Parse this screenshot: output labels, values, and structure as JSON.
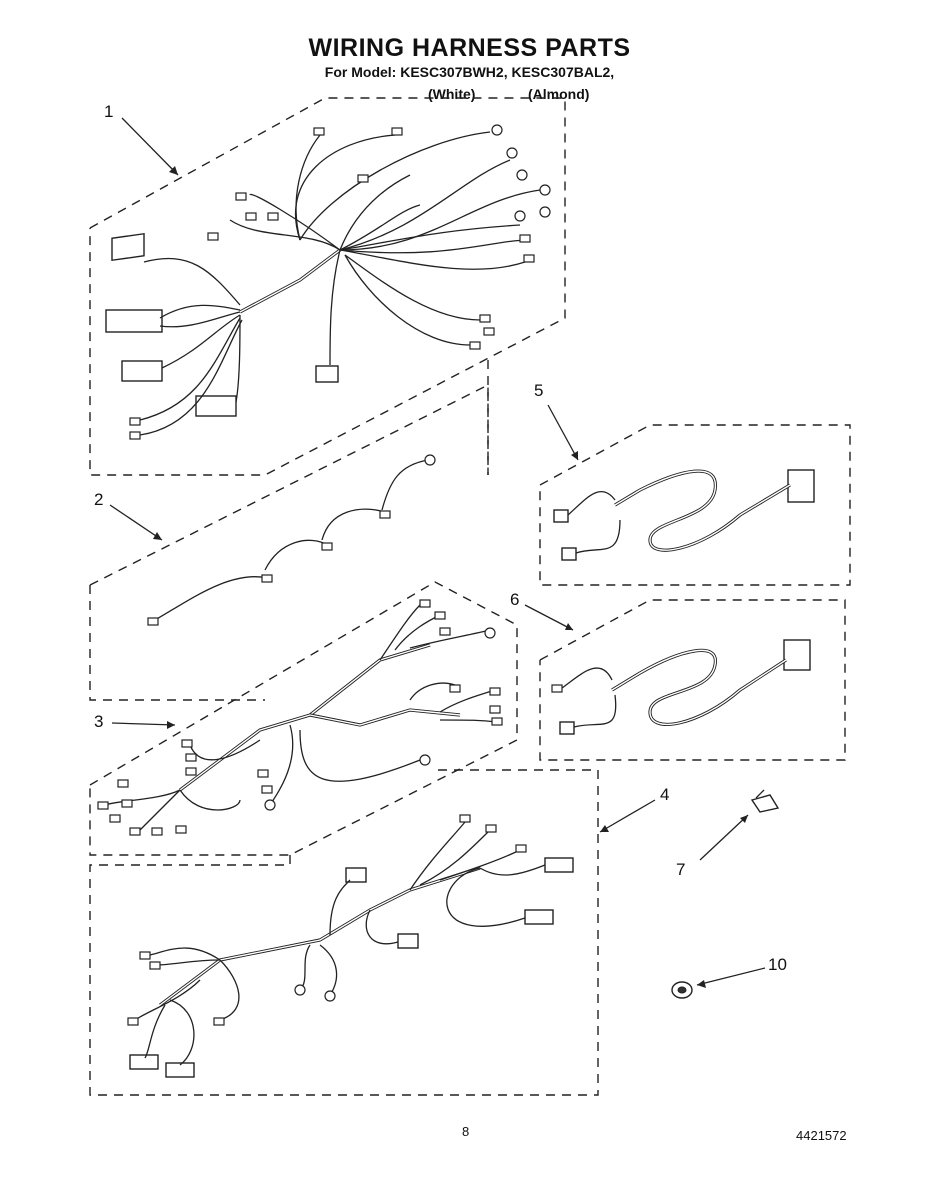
{
  "header": {
    "title": "WIRING HARNESS PARTS",
    "model_line": "For Model: KESC307BWH2, KESC307BAL2,",
    "variant_white": "(White)",
    "variant_almond": "(Almond)"
  },
  "callouts": [
    "1",
    "2",
    "3",
    "4",
    "5",
    "6",
    "7",
    "10"
  ],
  "footer": {
    "page_number": "8",
    "document_number": "4421572"
  }
}
